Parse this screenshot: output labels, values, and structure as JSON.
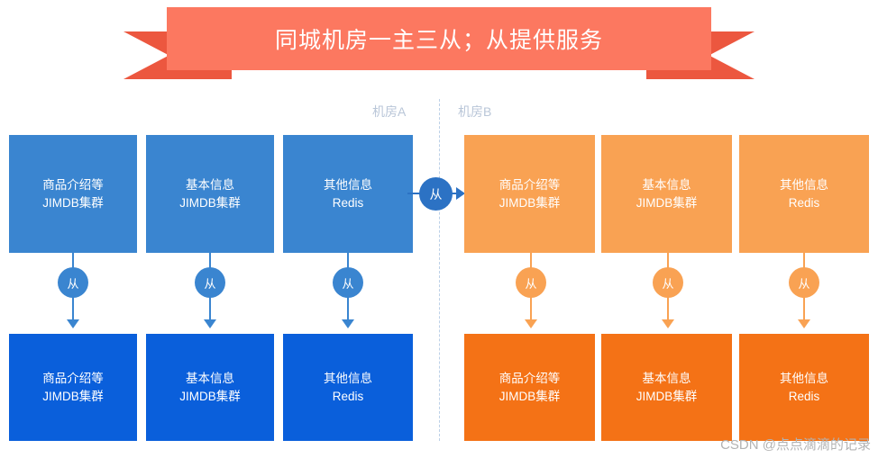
{
  "banner": {
    "title": "同城机房一主三从；从提供服务",
    "fill_color": "#fc7860",
    "tail_color": "#ec573f"
  },
  "rooms": {
    "label_a": "机房A",
    "label_b": "机房B",
    "label_color": "#b9c6d8"
  },
  "colors": {
    "blue_light": "#3a85d0",
    "blue_dark": "#0a5fdb",
    "orange_light": "#f9a253",
    "orange_dark": "#f47216",
    "connector_blue": "#2c72c4"
  },
  "room_a": {
    "top_row": [
      {
        "line1": "商品介绍等",
        "line2": "JIMDB集群"
      },
      {
        "line1": "基本信息",
        "line2": "JIMDB集群"
      },
      {
        "line1": "其他信息",
        "line2": "Redis"
      }
    ],
    "bottom_row": [
      {
        "line1": "商品介绍等",
        "line2": "JIMDB集群"
      },
      {
        "line1": "基本信息",
        "line2": "JIMDB集群"
      },
      {
        "line1": "其他信息",
        "line2": "Redis"
      }
    ],
    "connector_labels": [
      "从",
      "从",
      "从"
    ]
  },
  "room_b": {
    "top_row": [
      {
        "line1": "商品介绍等",
        "line2": "JIMDB集群"
      },
      {
        "line1": "基本信息",
        "line2": "JIMDB集群"
      },
      {
        "line1": "其他信息",
        "line2": "Redis"
      }
    ],
    "bottom_row": [
      {
        "line1": "商品介绍等",
        "line2": "JIMDB集群"
      },
      {
        "line1": "基本信息",
        "line2": "JIMDB集群"
      },
      {
        "line1": "其他信息",
        "line2": "Redis"
      }
    ],
    "connector_labels": [
      "从",
      "从",
      "从"
    ]
  },
  "cross_room_connector": {
    "label": "从"
  },
  "watermark": {
    "text": "CSDN @点点滴滴的记录"
  }
}
